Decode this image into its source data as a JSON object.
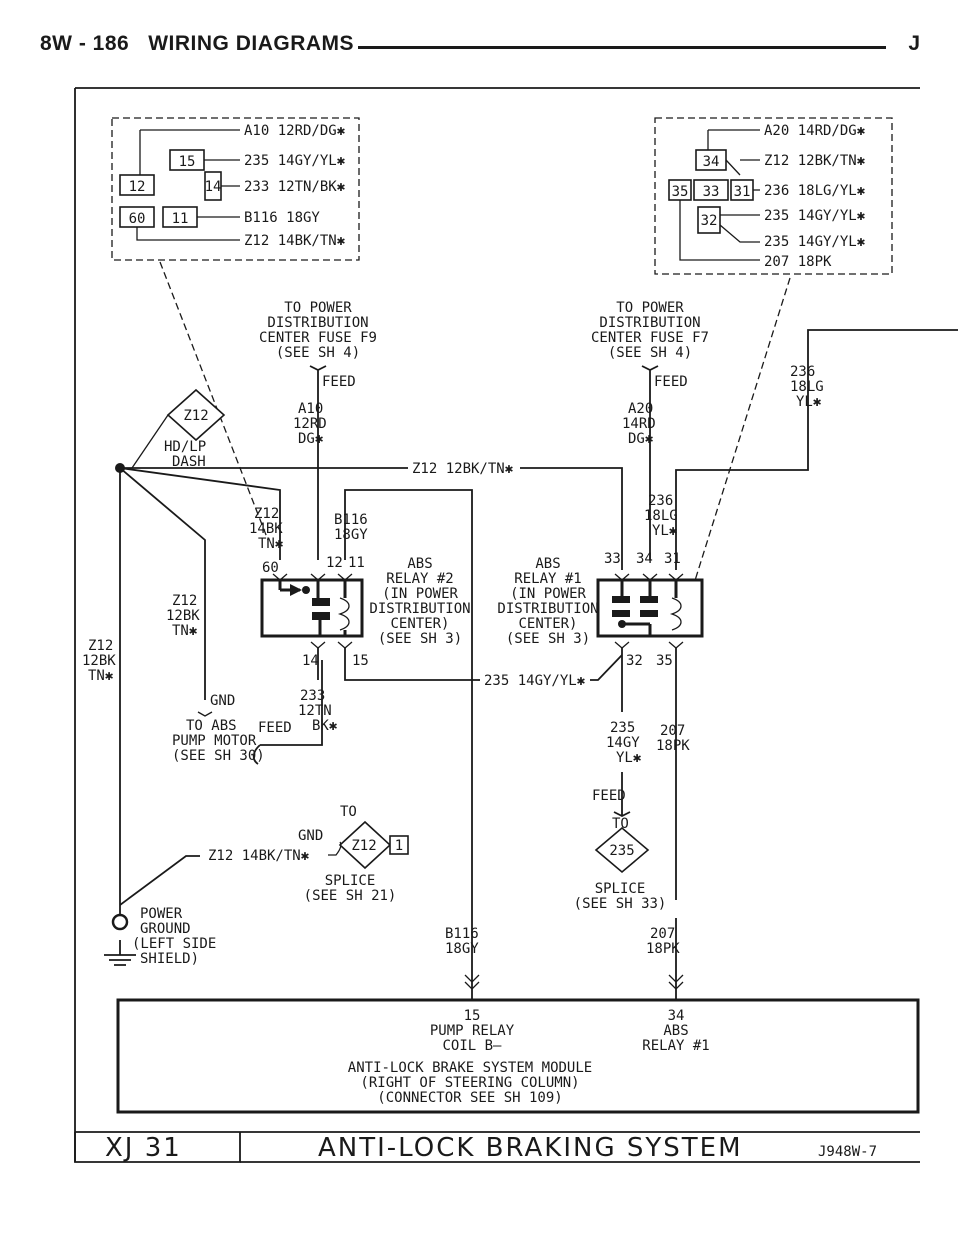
{
  "header": {
    "page_label": "8W - 186",
    "section": "WIRING DIAGRAMS",
    "edition": "J"
  },
  "left_connector": {
    "cavities": [
      "15",
      "12",
      "14",
      "60",
      "11"
    ],
    "wires": [
      "A10 12RD/DG✱",
      "235 14GY/YL✱",
      "233 12TN/BK✱",
      "B116 18GY",
      "Z12 14BK/TN✱"
    ]
  },
  "right_connector": {
    "cavities": [
      "34",
      "35",
      "33",
      "31",
      "32"
    ],
    "wires": [
      "A20 14RD/DG✱",
      "Z12 12BK/TN✱",
      "236 18LG/YL✱",
      "235 14GY/YL✱",
      "235 14GY/YL✱",
      "207 18PK"
    ]
  },
  "power_left": {
    "lines": [
      "TO POWER",
      "DISTRIBUTION",
      "CENTER FUSE F9",
      "(SEE SH 4)"
    ],
    "feed": "FEED",
    "wire": [
      "A10",
      "12RD",
      "DG✱"
    ]
  },
  "power_right": {
    "lines": [
      "TO POWER",
      "DISTRIBUTION",
      "CENTER FUSE F7",
      "(SEE SH 4)"
    ],
    "feed": "FEED",
    "wire": [
      "A20",
      "14RD",
      "DG✱"
    ]
  },
  "far_right_wire": [
    "236",
    "18LG",
    "YL✱"
  ],
  "splice_top": {
    "label": "Z12",
    "name": [
      "HD/LP",
      "DASH"
    ],
    "main_wire": "Z12 12BK/TN✱"
  },
  "left_wires": {
    "z12_14bk": [
      "Z12",
      "14BK",
      "TN✱"
    ],
    "b116": [
      "B116",
      "18GY"
    ],
    "z12_12bk_a": [
      "Z12",
      "12BK",
      "TN✱"
    ],
    "z12_12bk_b": [
      "Z12",
      "12BK",
      "TN✱"
    ],
    "gnd": "GND",
    "motor": [
      "TO ABS",
      "PUMP MOTOR",
      "(SEE SH 30)"
    ],
    "feed": "FEED",
    "w233": [
      "233",
      "12TN",
      "BK✱"
    ]
  },
  "relay2": {
    "pins_top": [
      "60",
      "12",
      "11"
    ],
    "pins_bottom": [
      "14",
      "15"
    ],
    "label": [
      "ABS",
      "RELAY #2",
      "(IN POWER",
      "DISTRIBUTION",
      "CENTER)",
      "(SEE SH 3)"
    ]
  },
  "relay1": {
    "pins_top": [
      "33",
      "34",
      "31"
    ],
    "pins_bottom": [
      "32",
      "35"
    ],
    "label": [
      "ABS",
      "RELAY #1",
      "(IN POWER",
      "DISTRIBUTION",
      "CENTER)",
      "(SEE SH 3)"
    ]
  },
  "relay1_wire_236": [
    "236",
    "18LG",
    "YL✱"
  ],
  "mid_wire_235": "235 14GY/YL✱",
  "right_lower": {
    "w235": [
      "235",
      "14GY",
      "YL✱"
    ],
    "w207": [
      "207",
      "18PK"
    ],
    "feed": "FEED",
    "to": "TO",
    "splice_label": "235",
    "splice": [
      "SPLICE",
      "(SEE SH 33)"
    ],
    "w207b": [
      "207",
      "18PK"
    ]
  },
  "ground_splice": {
    "to": "TO",
    "gnd": "GND",
    "wire": "Z12 14BK/TN✱",
    "label": "Z12",
    "pin": "1",
    "splice": [
      "SPLICE",
      "(SEE SH 21)"
    ]
  },
  "power_ground": [
    "POWER",
    "GROUND",
    "(LEFT SIDE",
    "SHIELD)"
  ],
  "b116_lower": [
    "B116",
    "18GY"
  ],
  "module": {
    "pin15": "15",
    "pin15_label": [
      "PUMP RELAY",
      "COIL B—"
    ],
    "pin34": "34",
    "pin34_label": [
      "ABS",
      "RELAY #1"
    ],
    "name": [
      "ANTI-LOCK BRAKE SYSTEM MODULE",
      "(RIGHT OF STEERING COLUMN)",
      "(CONNECTOR SEE SH 109)"
    ]
  },
  "footer": {
    "model": "XJ 31",
    "title": "ANTI-LOCK BRAKING SYSTEM",
    "code": "J948W-7"
  }
}
